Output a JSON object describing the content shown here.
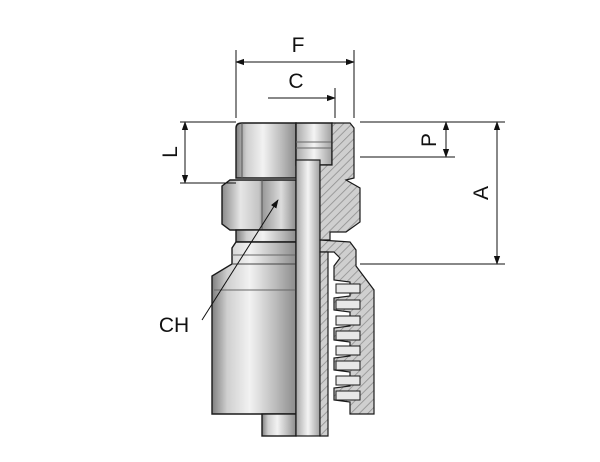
{
  "labels": {
    "f": "F",
    "c": "C",
    "l": "L",
    "p": "P",
    "a": "A",
    "ch": "CH"
  },
  "colors": {
    "line": "#1a1a1a",
    "body_light": "#e4e4e4",
    "body_mid": "#b8b8b8",
    "body_dark": "#8a8a8a",
    "section_hatch": "#9a9a9a",
    "section_fill": "#c9c9c9"
  }
}
